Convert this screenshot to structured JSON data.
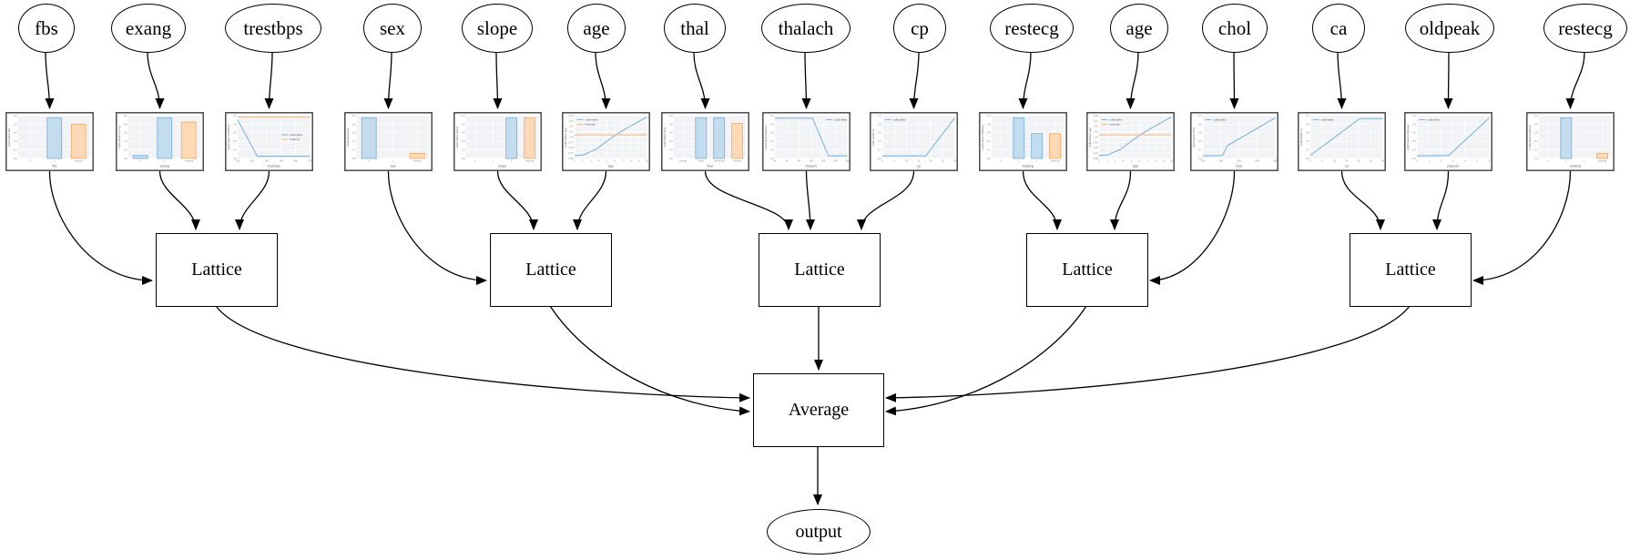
{
  "labels": {
    "lattice": "Lattice",
    "average": "Average",
    "output": "output"
  },
  "legend": {
    "calibrated": "calibrated",
    "missing": "missing"
  },
  "colors": {
    "edge": "#000000",
    "node_fill": "#ffffff",
    "blue_line": "#7eb6dd",
    "orange_line": "#fdb97d",
    "blue_bar_fill": "#c3dcee",
    "blue_bar_edge": "#7fb2d9",
    "orange_bar_fill": "#fdd9b5",
    "orange_bar_edge": "#f9ae6b",
    "plot_bg": "#f2f3f6",
    "tick_text": "#888888",
    "axis_text": "#555555"
  },
  "lattice_count": 5,
  "features": [
    {
      "label": "fbs",
      "chart": {
        "type": "bar",
        "ylabel": "calibrated fbs",
        "xlabel": "fbs",
        "y_ticks": [
          "1.0",
          "0.8",
          "0.6",
          "0.4",
          "0.2",
          "0.0"
        ],
        "x_ticks": [
          "0",
          "1",
          "missing"
        ],
        "bars": [
          {
            "tick": "1",
            "value": 0.95,
            "color": "blue"
          },
          {
            "tick": "missing",
            "value": 0.8,
            "color": "orange"
          }
        ]
      }
    },
    {
      "label": "exang",
      "chart": {
        "type": "bar",
        "ylabel": "calibrated exang",
        "xlabel": "exang",
        "y_ticks": [
          "1.0",
          "0.8",
          "0.6",
          "0.4",
          "0.2",
          "0.0"
        ],
        "x_ticks": [
          "0",
          "1",
          "missing"
        ],
        "bars": [
          {
            "tick": "0",
            "value": 0.07,
            "color": "blue"
          },
          {
            "tick": "1",
            "value": 0.95,
            "color": "blue"
          },
          {
            "tick": "missing",
            "value": 0.85,
            "color": "orange"
          }
        ]
      }
    },
    {
      "label": "trestbps",
      "chart": {
        "type": "line",
        "ylabel": "calibrated trestbps",
        "xlabel": "trestbps",
        "y_ticks": [
          "1.0",
          "0.8",
          "0.6",
          "0.4",
          "0.2",
          "0.0"
        ],
        "x_ticks": [
          "100",
          "120",
          "140",
          "160",
          "180",
          "200"
        ],
        "legend_pos": "right",
        "series": [
          {
            "name": "calibrated",
            "color": "blue",
            "points": [
              [
                0,
                0.9
              ],
              [
                0.27,
                0.05
              ],
              [
                1,
                0.05
              ]
            ]
          },
          {
            "name": "missing",
            "color": "orange",
            "points": [
              [
                0,
                0.97
              ],
              [
                1,
                0.97
              ]
            ]
          }
        ]
      }
    },
    {
      "label": "sex",
      "chart": {
        "type": "bar",
        "ylabel": "calibrated sex",
        "xlabel": "sex",
        "y_ticks": [
          "1.0",
          "0.8",
          "0.6",
          "0.4",
          "0.2",
          "0.0"
        ],
        "x_ticks": [
          "0",
          "1",
          "missing"
        ],
        "bars": [
          {
            "tick": "0",
            "value": 0.95,
            "color": "blue"
          },
          {
            "tick": "missing",
            "value": 0.12,
            "color": "orange"
          }
        ]
      }
    },
    {
      "label": "slope",
      "chart": {
        "type": "bar",
        "ylabel": "calibrated slope",
        "xlabel": "slope",
        "y_ticks": [
          "1.0",
          "0.8",
          "0.6",
          "0.4",
          "0.2",
          "0.0"
        ],
        "x_ticks": [
          "0",
          "1",
          "2",
          "missing"
        ],
        "bars": [
          {
            "tick": "2",
            "value": 0.95,
            "color": "blue"
          },
          {
            "tick": "missing",
            "value": 0.95,
            "color": "orange"
          }
        ]
      }
    },
    {
      "label": "age",
      "chart": {
        "type": "line",
        "ylabel": "calibrated age",
        "xlabel": "age",
        "y_ticks": [
          "2.00",
          "1.75",
          "1.50",
          "1.25",
          "1.00",
          "0.75",
          "0.50",
          "0.25",
          "0.00"
        ],
        "x_ticks": [
          "1",
          "2",
          "3",
          "4",
          "5",
          "6",
          "7",
          "8",
          "9",
          "10"
        ],
        "legend_pos": "tl",
        "series": [
          {
            "name": "calibrated",
            "color": "blue",
            "points": [
              [
                0,
                0.07
              ],
              [
                0.12,
                0.08
              ],
              [
                0.3,
                0.22
              ],
              [
                0.5,
                0.47
              ],
              [
                0.63,
                0.62
              ],
              [
                0.8,
                0.78
              ],
              [
                1,
                0.97
              ]
            ]
          },
          {
            "name": "missing",
            "color": "orange",
            "points": [
              [
                0,
                0.55
              ],
              [
                1,
                0.55
              ]
            ]
          }
        ]
      }
    },
    {
      "label": "thal",
      "chart": {
        "type": "bar",
        "ylabel": "calibrated thal",
        "xlabel": "thal",
        "y_ticks": [
          "1.0",
          "0.8",
          "0.6",
          "0.4",
          "0.2",
          "0.0"
        ],
        "x_ticks": [
          "normal",
          "fixed",
          "reversible",
          "missing"
        ],
        "bars": [
          {
            "tick": "fixed",
            "value": 0.95,
            "color": "blue"
          },
          {
            "tick": "reversible",
            "value": 0.95,
            "color": "blue"
          },
          {
            "tick": "missing",
            "value": 0.82,
            "color": "orange"
          }
        ]
      }
    },
    {
      "label": "thalach",
      "chart": {
        "type": "line",
        "ylabel": "calibrated thalach",
        "xlabel": "thalach",
        "y_ticks": [
          "1.0",
          "0.8",
          "0.6",
          "0.4",
          "0.2",
          "0.0"
        ],
        "x_ticks": [
          "40",
          "60",
          "80",
          "100",
          "120",
          "140",
          "160"
        ],
        "legend_pos": "tr",
        "series": [
          {
            "name": "calibrated",
            "color": "blue",
            "points": [
              [
                0,
                0.94
              ],
              [
                0.52,
                0.94
              ],
              [
                0.74,
                0.06
              ],
              [
                1,
                0.06
              ]
            ]
          }
        ]
      }
    },
    {
      "label": "cp",
      "chart": {
        "type": "line",
        "ylabel": "calibrated cp",
        "xlabel": "cp",
        "y_ticks": [
          "1.0",
          "0.8",
          "0.6",
          "0.4",
          "0.2",
          "0.0"
        ],
        "x_ticks": [
          "0",
          "5",
          "10",
          "15",
          "20",
          "25",
          "30"
        ],
        "legend_pos": "tl",
        "series": [
          {
            "name": "calibrated",
            "color": "blue",
            "points": [
              [
                0,
                0.06
              ],
              [
                0.6,
                0.06
              ],
              [
                1,
                0.95
              ]
            ]
          }
        ]
      }
    },
    {
      "label": "restecg",
      "chart": {
        "type": "bar",
        "ylabel": "calibrated restecg",
        "xlabel": "restecg",
        "y_ticks": [
          "1.0",
          "0.8",
          "0.6",
          "0.4",
          "0.2",
          "0.0"
        ],
        "x_ticks": [
          "0",
          "1",
          "2",
          "missing"
        ],
        "bars": [
          {
            "tick": "1",
            "value": 0.95,
            "color": "blue"
          },
          {
            "tick": "2",
            "value": 0.58,
            "color": "blue"
          },
          {
            "tick": "missing",
            "value": 0.58,
            "color": "orange"
          }
        ]
      }
    },
    {
      "label": "age",
      "chart": {
        "type": "line",
        "ylabel": "calibrated age",
        "xlabel": "age",
        "y_ticks": [
          "2.00",
          "1.75",
          "1.50",
          "1.25",
          "1.00",
          "0.75",
          "0.50",
          "0.25",
          "0.00"
        ],
        "x_ticks": [
          "1",
          "2",
          "3",
          "4",
          "5",
          "6",
          "7",
          "8",
          "9",
          "10"
        ],
        "legend_pos": "tl",
        "series": [
          {
            "name": "calibrated",
            "color": "blue",
            "points": [
              [
                0,
                0.07
              ],
              [
                0.12,
                0.08
              ],
              [
                0.3,
                0.22
              ],
              [
                0.5,
                0.47
              ],
              [
                0.63,
                0.62
              ],
              [
                0.8,
                0.78
              ],
              [
                1,
                0.97
              ]
            ]
          },
          {
            "name": "missing",
            "color": "orange",
            "points": [
              [
                0,
                0.55
              ],
              [
                1,
                0.55
              ]
            ]
          }
        ]
      }
    },
    {
      "label": "chol",
      "chart": {
        "type": "line",
        "ylabel": "calibrated chol",
        "xlabel": "chol",
        "y_ticks": [
          "1.0",
          "0.8",
          "0.6",
          "0.4",
          "0.2",
          "0.0"
        ],
        "x_ticks": [
          "100",
          "200",
          "300",
          "400",
          "500"
        ],
        "legend_pos": "tl",
        "series": [
          {
            "name": "calibrated",
            "color": "blue",
            "points": [
              [
                0,
                0.06
              ],
              [
                0.27,
                0.07
              ],
              [
                0.34,
                0.3
              ],
              [
                1,
                0.95
              ]
            ]
          }
        ]
      }
    },
    {
      "label": "ca",
      "chart": {
        "type": "line",
        "ylabel": "calibrated ca",
        "xlabel": "ca",
        "y_ticks": [
          "1.0",
          "0.8",
          "0.6",
          "0.4",
          "0.2",
          "0.0"
        ],
        "x_ticks": [
          "0",
          "5",
          "10",
          "15",
          "20",
          "25",
          "30"
        ],
        "legend_pos": "tl",
        "series": [
          {
            "name": "calibrated",
            "color": "blue",
            "points": [
              [
                0,
                0.07
              ],
              [
                0.68,
                0.93
              ],
              [
                1,
                0.93
              ]
            ]
          }
        ]
      }
    },
    {
      "label": "oldpeak",
      "chart": {
        "type": "line",
        "ylabel": "calibrated oldpeak",
        "xlabel": "oldpeak",
        "y_ticks": [
          "1.0",
          "0.8",
          "0.6",
          "0.4",
          "0.2",
          "0.0"
        ],
        "x_ticks": [
          "0",
          "1",
          "2",
          "3",
          "4",
          "5",
          "6"
        ],
        "legend_pos": "tl",
        "series": [
          {
            "name": "calibrated",
            "color": "blue",
            "points": [
              [
                0,
                0.06
              ],
              [
                0.44,
                0.07
              ],
              [
                1,
                0.95
              ]
            ]
          }
        ]
      }
    },
    {
      "label": "restecg",
      "chart": {
        "type": "bar",
        "ylabel": "calibrated restecg",
        "xlabel": "restecg",
        "y_ticks": [
          "1.0",
          "0.8",
          "0.6",
          "0.4",
          "0.2",
          "0.0"
        ],
        "x_ticks": [
          "0",
          "1",
          "2",
          "missing"
        ],
        "bars": [
          {
            "tick": "1",
            "value": 0.95,
            "color": "blue"
          },
          {
            "tick": "missing",
            "value": 0.12,
            "color": "orange"
          }
        ]
      }
    }
  ]
}
